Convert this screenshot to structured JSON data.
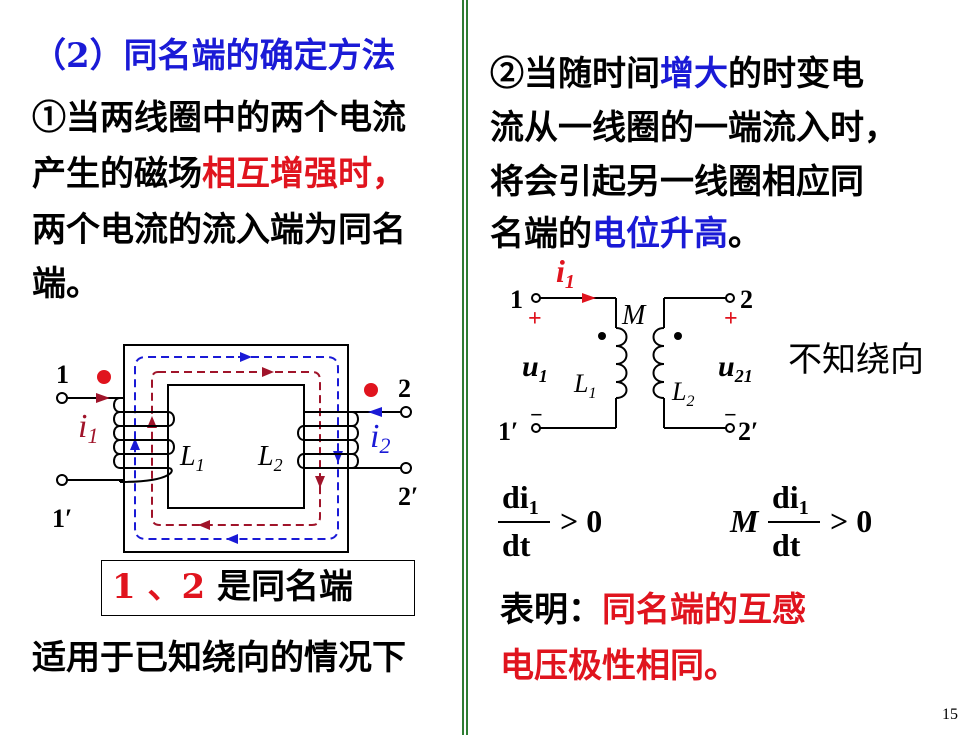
{
  "left": {
    "heading": "（2）同名端的确定方法",
    "para1_line1": "①当两线圈中的两个电流",
    "para1_line2_a": "产生的磁场",
    "para1_line2_b": "相互增强时，",
    "para1_line3": "两个电流的流入端为同名",
    "para1_line4": "端。",
    "boxed_a": "1 、2 ",
    "boxed_b": "是同名端",
    "footer": "适用于已知绕向的情况下"
  },
  "left_diagram": {
    "term_1": "1",
    "term_1p": "1′",
    "term_2": "2",
    "term_2p": "2′",
    "i1": "i",
    "i1_sub": "1",
    "i2": "i",
    "i2_sub": "2",
    "L1": "L",
    "L1_sub": "1",
    "L2": "L",
    "L2_sub": "2"
  },
  "right": {
    "line1_a": "②当随时间",
    "line1_b": "增大",
    "line1_c": "的时变电",
    "line2": "流从一线圈的一端流入时，",
    "line3": "将会引起另一线圈相应同",
    "line4_a": "名端的",
    "line4_b": "电位升高",
    "line4_c": "。",
    "unknown_winding": "不知绕向",
    "conclusion_a": "表明：",
    "conclusion_b": "同名端的互感",
    "conclusion_c": "电压极性相同。"
  },
  "right_diagram": {
    "term_1": "1",
    "term_1p": "1′",
    "term_2": "2",
    "term_2p": "2′",
    "plus": "+",
    "minus": "−",
    "i1": "i",
    "i1_sub": "1",
    "M": "M",
    "u1": "u",
    "u1_sub": "1",
    "u21": "u",
    "u21_sub": "21",
    "L1": "L",
    "L1_sub": "1",
    "L2": "L",
    "L2_sub": "2"
  },
  "formula": {
    "d_i": "di",
    "sub": "1",
    "dt": "dt",
    "gt0": "> 0",
    "M": "M"
  },
  "colors": {
    "blue": "#1a1ad6",
    "red": "#e0141e",
    "dark_red": "#a0142a",
    "green": "#2e7d32"
  },
  "page_number": "15"
}
